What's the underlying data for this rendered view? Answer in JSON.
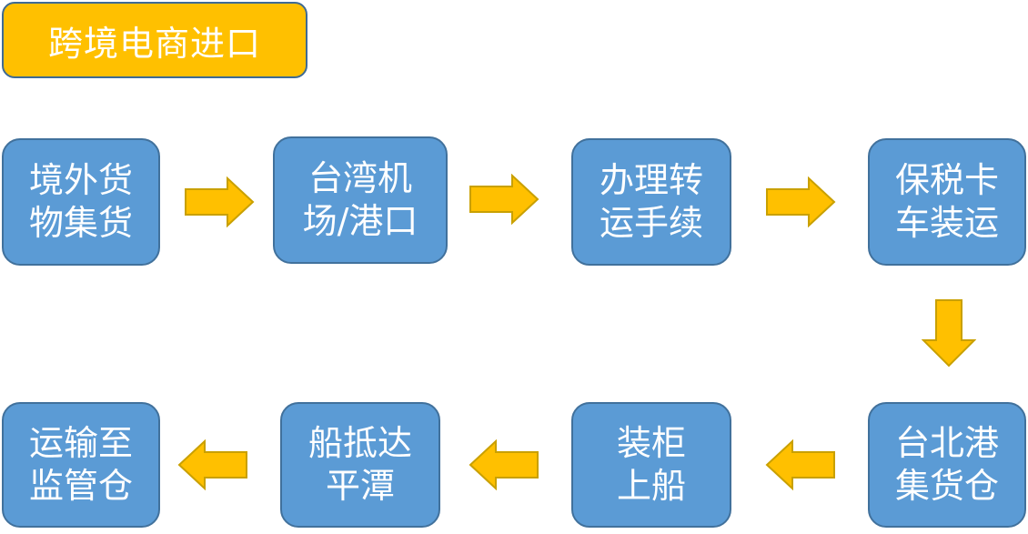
{
  "title": "跨境电商进口",
  "steps": [
    {
      "line1": "境外货",
      "line2": "物集货"
    },
    {
      "line1": "台湾机",
      "line2": "场/港口"
    },
    {
      "line1": "办理转",
      "line2": "运手续"
    },
    {
      "line1": "保税卡",
      "line2": "车装运"
    },
    {
      "line1": "台北港",
      "line2": "集货仓"
    },
    {
      "line1": "装柜",
      "line2": "上船"
    },
    {
      "line1": "船抵达",
      "line2": "平潭"
    },
    {
      "line1": "运输至",
      "line2": "监管仓"
    }
  ],
  "colors": {
    "title_fill": "#ffc000",
    "node_fill": "#5b9bd5",
    "node_border": "#41719c",
    "arrow_fill": "#ffc000",
    "arrow_stroke": "#c9a000"
  }
}
